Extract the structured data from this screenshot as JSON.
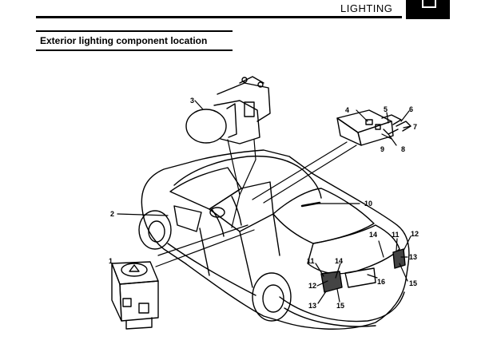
{
  "header": {
    "section": "LIGHTING"
  },
  "section_title": "Exterior lighting component location",
  "callouts": {
    "c1": "1",
    "c2": "2",
    "c3": "3",
    "c4": "4",
    "c5": "5",
    "c6": "6",
    "c7": "7",
    "c8": "8",
    "c9": "9",
    "c10": "10",
    "c11a": "11",
    "c11b": "11",
    "c12a": "12",
    "c12b": "12",
    "c13a": "13",
    "c13b": "13",
    "c14a": "14",
    "c14b": "14",
    "c15a": "15",
    "c15b": "15",
    "c16": "16"
  }
}
